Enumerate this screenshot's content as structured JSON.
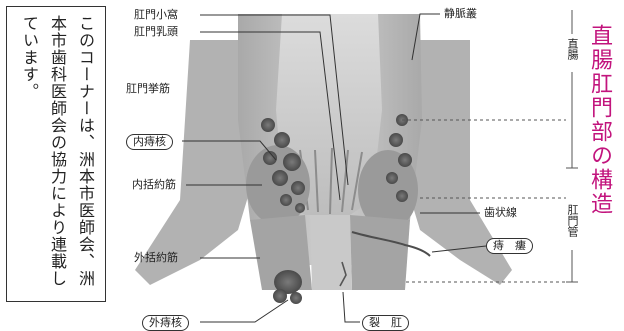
{
  "note": {
    "text": "このコーナーは、洲本市医師会、洲本市歯科医師会の協力により連載しています。"
  },
  "title": "直腸肛門部の構造",
  "sections": {
    "rectum": "直腸",
    "anal_canal": "肛門管"
  },
  "labels": {
    "anal_crypt": "肛門小窩",
    "anal_papilla": "肛門乳頭",
    "levator_ani": "肛門挙筋",
    "internal_hemorrhoid": "内痔核",
    "internal_sphincter": "内括約筋",
    "external_sphincter": "外括約筋",
    "external_hemorrhoid": "外痔核",
    "venous_plexus": "静脈叢",
    "dentate_line": "歯状線",
    "anal_fistula": "痔　瘻",
    "anal_fissure": "裂　肛"
  }
}
